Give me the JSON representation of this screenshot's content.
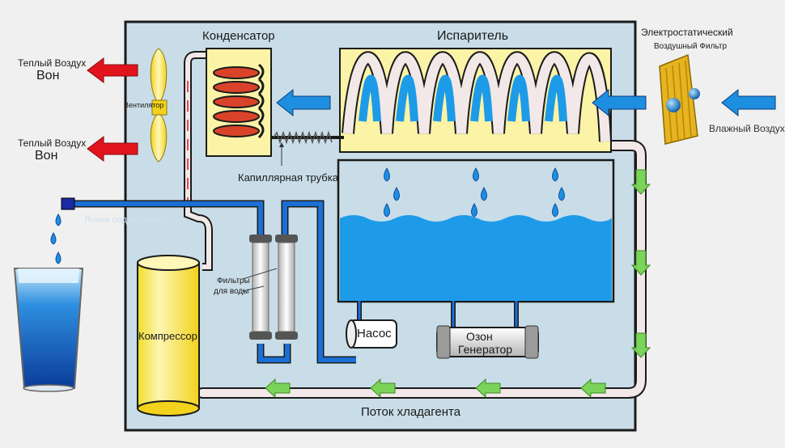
{
  "labels": {
    "condenser": "Конденсатор",
    "evaporator": "Испаритель",
    "electrostatic_filter_line1": "Электростатический",
    "electrostatic_filter_line2": "Воздушный Фильтр",
    "humid_air_in": "Влажный Воздух В",
    "warm_air_out_1_line1": "Теплый Воздух",
    "warm_air_out_1_line2": "Вон",
    "warm_air_out_2_line1": "Теплый Воздух",
    "warm_air_out_2_line2": "Вон",
    "fan": "Вентилятор",
    "capillary_tube": "Капиллярная трубка",
    "water_supply_line": "Линия подачи воды",
    "water_filters_line1": "Фильтры",
    "water_filters_line2": "для воды",
    "compressor": "Компрессор",
    "pump": "Насос",
    "ozone_generator_line1": "Озон",
    "ozone_generator_line2": "Генератор",
    "refrigerant_flow": "Поток хладагента"
  },
  "colors": {
    "page_background": "#f0f0f0",
    "unit_background": "#c9dde8",
    "unit_border": "#1b1b1b",
    "component_yellow": "#fbf3a6",
    "water_blue": "#1e9be8",
    "pipe_blue": "#1a6fd6",
    "arrow_red": "#e1141e",
    "arrow_blue": "#1e8ee0",
    "arrow_green": "#7bd35a",
    "refrigerant_pipe": "#f2e8e8",
    "coil_red": "#d9432a"
  },
  "icons": {
    "fan": "fan-icon",
    "water_drop": "water-drop-icon",
    "glass": "water-glass-icon",
    "filter_cartridge": "filter-cartridge-icon"
  }
}
